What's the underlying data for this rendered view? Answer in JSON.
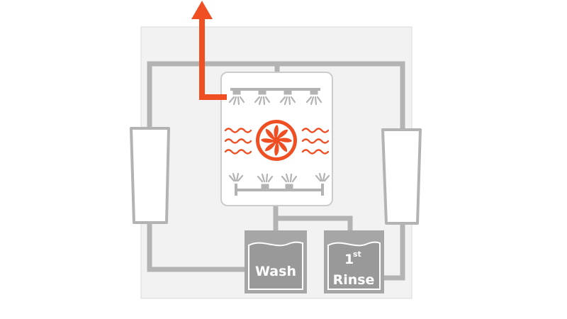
{
  "tanks": {
    "wash": {
      "label": "Wash"
    },
    "rinse": {
      "number": "1",
      "superscript": "st",
      "label": "Rinse"
    }
  },
  "colors": {
    "accent": "#f04e23",
    "pipe": "#b3b3b3",
    "panel": "#f2f2f2",
    "chamber": "#ffffff",
    "tank": "#a6a6a6",
    "tank_liquid": "#999999"
  },
  "icons": [
    "exhaust-arrow-icon",
    "spray-nozzle-icon",
    "fan-icon",
    "heat-wave-icon",
    "filter-icon",
    "tank-icon"
  ]
}
